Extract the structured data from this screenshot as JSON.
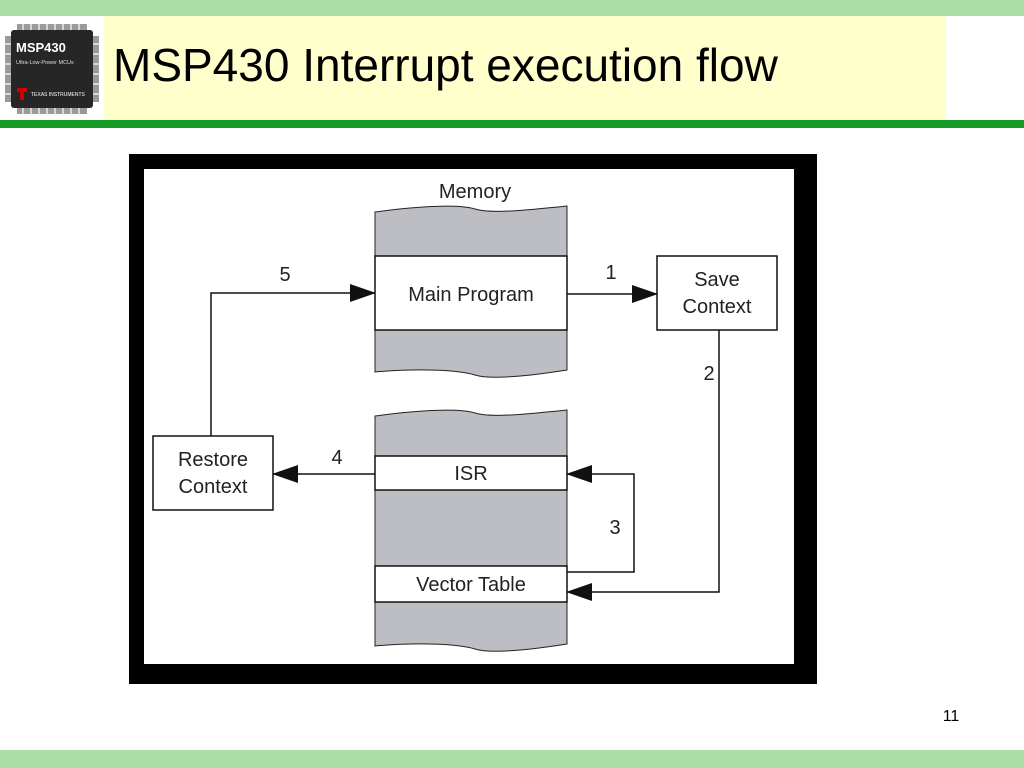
{
  "slide": {
    "title": "MSP430 Interrupt execution flow",
    "page_number": "11",
    "colors": {
      "band": "#acdca8",
      "title_background": "#ffffcc",
      "rule": "#159b25",
      "memory_grey": "#bdbec3",
      "frame": "#000000"
    }
  },
  "logo": {
    "icon": "msp430-chip-icon",
    "chip_name": "MSP430",
    "chip_subtitle": "Ultra-Low-Power MCUs",
    "brand": "TEXAS INSTRUMENTS"
  },
  "diagram": {
    "memory_label": "Memory",
    "main_program": "Main Program",
    "save_context": [
      "Save",
      "Context"
    ],
    "restore_context": [
      "Restore",
      "Context"
    ],
    "isr": "ISR",
    "vector_table": "Vector Table",
    "steps": {
      "step1": "1",
      "step2": "2",
      "step3": "3",
      "step4": "4",
      "step5": "5"
    }
  }
}
